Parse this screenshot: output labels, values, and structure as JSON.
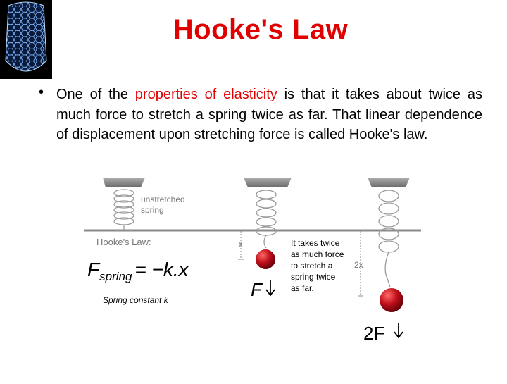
{
  "slide": {
    "title": "Hooke's Law",
    "bullet_symbol": "•",
    "text_before": "One of the ",
    "text_highlight": "properties of elasticity",
    "text_after": " is that it takes about twice as much force to stretch a spring twice as far. That linear dependence of displacement upon stretching force is called Hooke's law."
  },
  "diagram": {
    "unstretched_line1": "unstretched",
    "unstretched_line2": "spring",
    "law_heading": "Hooke's Law:",
    "eq_F": "F",
    "eq_sub": "spring",
    "eq_rest": "= −k.x",
    "spring_constant_label": "Spring constant k",
    "x_label": "x",
    "two_x_label": "2x",
    "force_F": "F",
    "force_2F": "2F",
    "note_lines": [
      "It takes twice",
      "as much force",
      "to stretch a",
      "spring twice",
      "as far."
    ]
  },
  "colors": {
    "title": "#e00000",
    "highlight": "#e00000",
    "ball": "#c0101a",
    "support": "#8a8a8a"
  }
}
